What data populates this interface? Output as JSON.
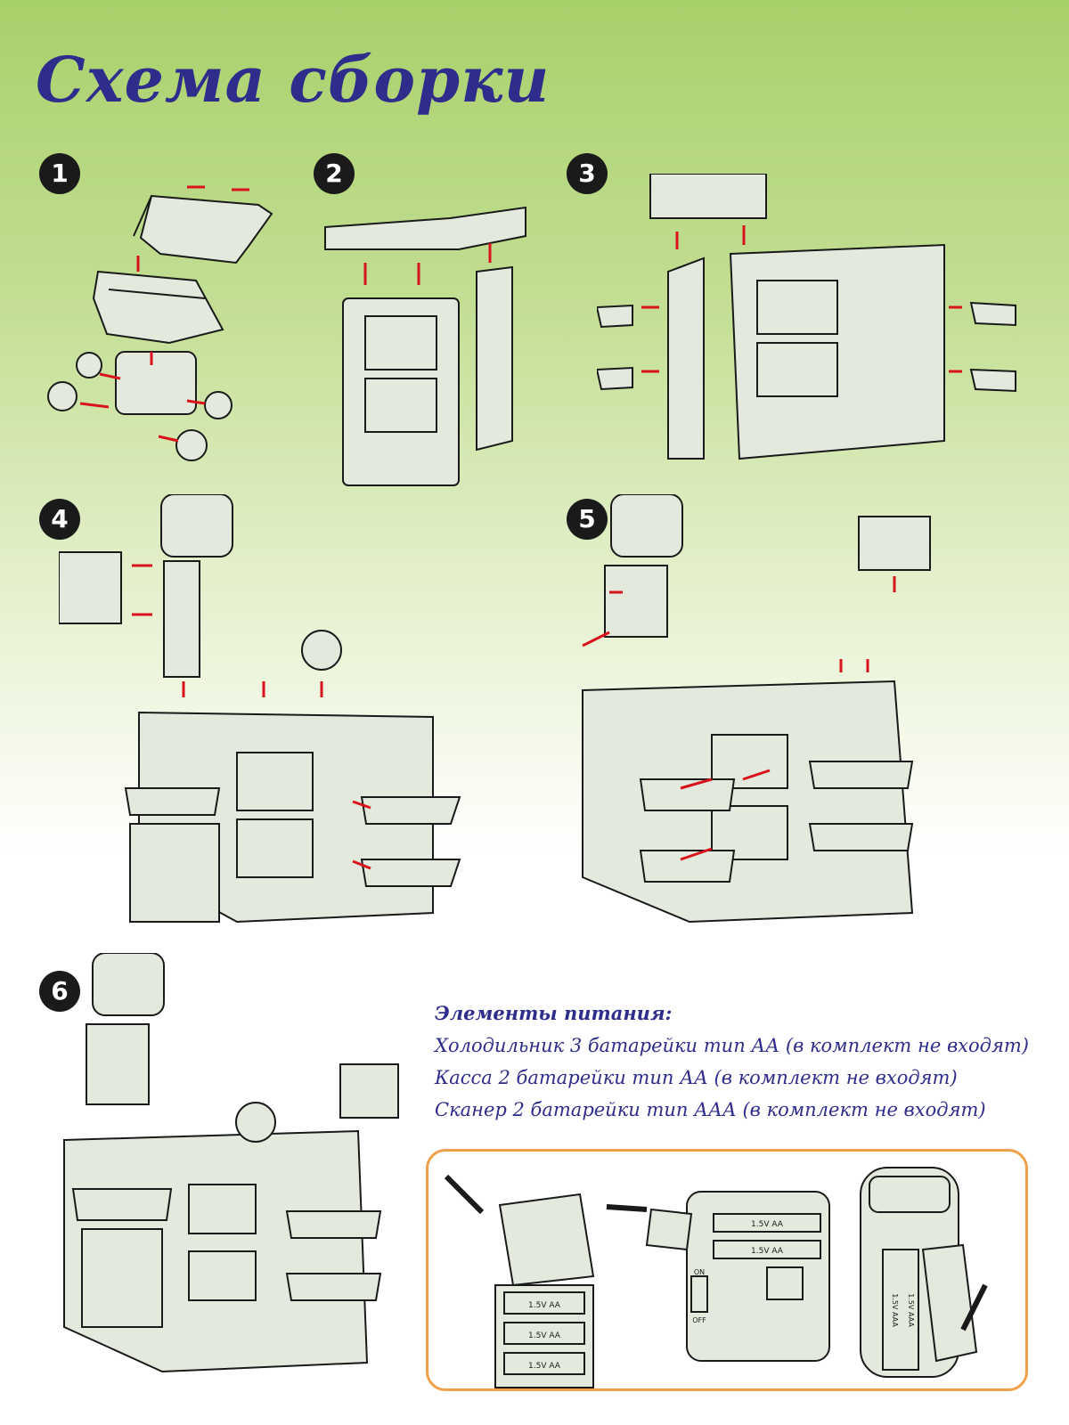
{
  "title": "Схема сборки",
  "colors": {
    "title": "#2e2d8c",
    "text": "#2e2d8c",
    "arrow": "#d9131b",
    "line": "#1a1a1a",
    "part_fill": "#e4e9de",
    "box_border": "#f0a04a"
  },
  "steps": [
    {
      "number": "1"
    },
    {
      "number": "2"
    },
    {
      "number": "3"
    },
    {
      "number": "4"
    },
    {
      "number": "5"
    },
    {
      "number": "6"
    }
  ],
  "power": {
    "heading": "Элементы питания:",
    "lines": [
      "Холодильник 3 батарейки тип АА (в комплект не входят)",
      "Касса 2 батарейки тип АА (в комплект не входят)",
      "Сканер 2 батарейки тип ААА (в комплект не входят)"
    ]
  },
  "battery_labels": {
    "aa": "1.5V AA",
    "aaa": "1.5V AAA",
    "on": "ON",
    "off": "OFF"
  }
}
